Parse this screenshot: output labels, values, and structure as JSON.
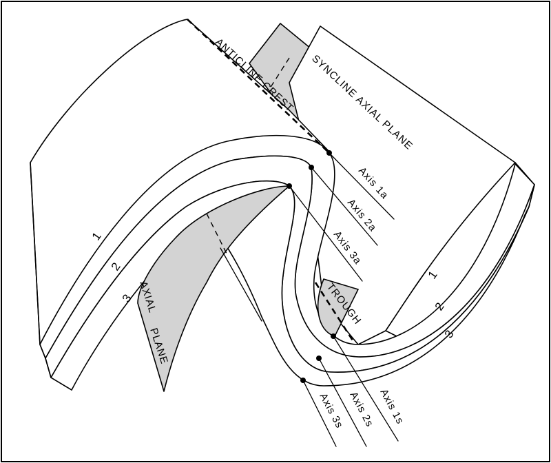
{
  "labels": {
    "anticline_crest": "ANTICLINE CREST",
    "syncline_axial_plane": "SYNCLINE AXIAL PLANE",
    "axial_plane_line1": "AXIAL",
    "axial_plane_line2": "PLANE",
    "trough": "TROUGH",
    "axis_1a": "Axis 1a",
    "axis_2a": "Axis 2a",
    "axis_3a": "Axis 3a",
    "axis_1s": "Axis 1s",
    "axis_2s": "Axis 2s",
    "axis_3s": "Axis 3s"
  },
  "layers": {
    "left": [
      "1",
      "2",
      "3"
    ],
    "right": [
      "1",
      "2",
      "3"
    ]
  },
  "colors": {
    "shading": "#d3d3d3",
    "ink": "#000000",
    "background": "#ffffff"
  }
}
